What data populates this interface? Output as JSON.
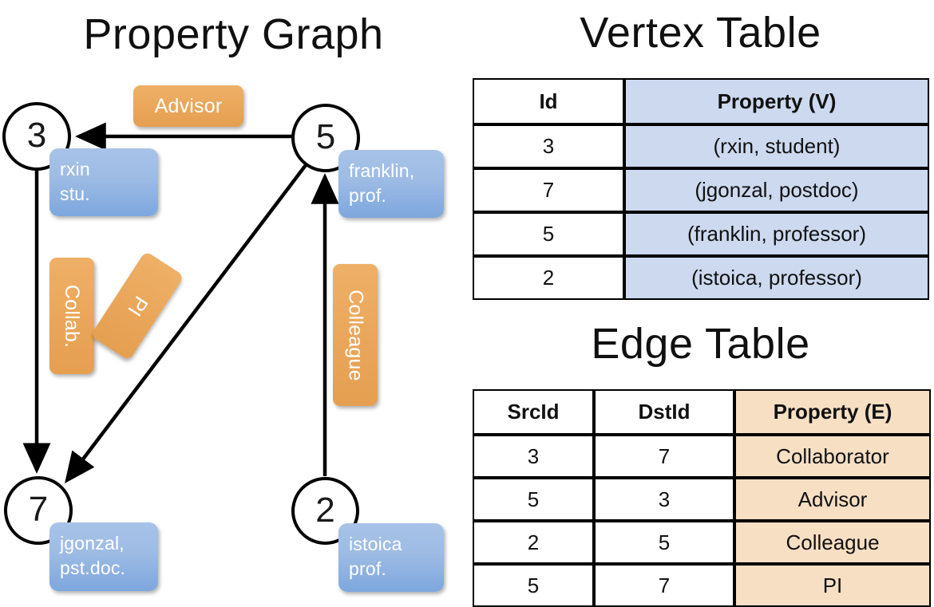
{
  "titles": {
    "property_graph": "Property Graph",
    "vertex_table": "Vertex Table",
    "edge_table": "Edge Table"
  },
  "graph": {
    "nodes": [
      {
        "id": "3",
        "property": "rxin\nstu."
      },
      {
        "id": "5",
        "property": "franklin,\nprof."
      },
      {
        "id": "7",
        "property": "jgonzal,\npst.doc."
      },
      {
        "id": "2",
        "property": "istoica\nprof."
      }
    ],
    "node_labels": {
      "n3": "3",
      "n5": "5",
      "n7": "7",
      "n2": "2"
    },
    "node_properties": {
      "n3_line1": "rxin",
      "n3_line2": "stu.",
      "n5_line1": "franklin,",
      "n5_line2": "prof.",
      "n7_line1": "jgonzal,",
      "n7_line2": "pst.doc.",
      "n2_line1": "istoica",
      "n2_line2": "prof."
    },
    "edge_labels": {
      "advisor": "Advisor",
      "collab": "Collab.",
      "pi": "PI",
      "colleague": "Colleague"
    },
    "colors": {
      "node_property_box": "#9dbbe4",
      "edge_label_box": "#eaa85c",
      "stroke": "#000000"
    }
  },
  "vertex_table": {
    "headers": [
      "Id",
      "Property (V)"
    ],
    "rows": [
      {
        "id": "3",
        "property": "(rxin, student)"
      },
      {
        "id": "7",
        "property": "(jgonzal, postdoc)"
      },
      {
        "id": "5",
        "property": "(franklin, professor)"
      },
      {
        "id": "2",
        "property": "(istoica, professor)"
      }
    ],
    "property_column_color": "#ccd9ef"
  },
  "edge_table": {
    "headers": [
      "SrcId",
      "DstId",
      "Property (E)"
    ],
    "rows": [
      {
        "src": "3",
        "dst": "7",
        "property": "Collaborator"
      },
      {
        "src": "5",
        "dst": "3",
        "property": "Advisor"
      },
      {
        "src": "2",
        "dst": "5",
        "property": "Colleague"
      },
      {
        "src": "5",
        "dst": "7",
        "property": "PI"
      }
    ],
    "property_column_color": "#f7dfc4"
  }
}
